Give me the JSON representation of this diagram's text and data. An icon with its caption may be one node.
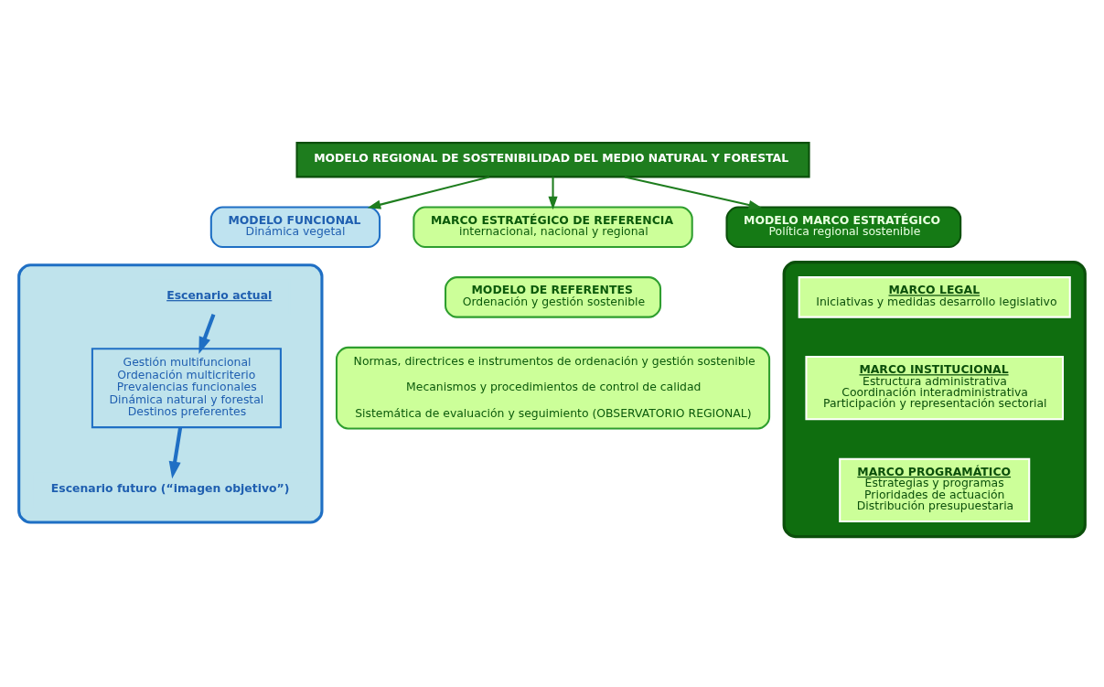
{
  "diagram": {
    "nodes": [
      {
        "text": [
          "MODELO REGIONAL DE SOSTENIBILIDAD DEL MEDIO NATURAL Y FORESTAL"
        ]
      },
      {
        "text": [
          "MODELO FUNCIONAL",
          "Dinámica vegetal"
        ]
      },
      {
        "text": [],
        "shape": "box"
      },
      {
        "text": [
          "Escenario actual"
        ],
        "in": 2
      },
      {
        "text": [
          "Gestión multifuncional",
          "Ordenación multicriterio",
          "Prevalencias funcionales",
          "Dinámica natural y forestal",
          "Destinos preferentes"
        ],
        "in": 2
      },
      {
        "text": [
          "Escenario futuro (“imagen objetivo”)"
        ],
        "in": 2
      },
      {
        "text": [
          "MARCO ESTRATÉGICO DE REFERENCIA",
          "internacional, nacional y regional"
        ]
      },
      {
        "text": [
          "MODELO DE REFERENTES",
          "Ordenación y gestión sostenible"
        ]
      },
      {
        "text": [
          "Normas, directrices e instrumentos de ordenación y gestión sostenible",
          "Mecanismos y procedimientos de control de calidad",
          "Sistemática de evaluación y seguimiento (OBSERVATORIO REGIONAL)"
        ]
      },
      {
        "text": [
          "MODELO MARCO ESTRATÉGICO",
          "Política regional sostenible"
        ]
      },
      {
        "text": [],
        "shape": "box"
      },
      {
        "text": [
          "MARCO LEGAL",
          "Iniciativas y medidas desarrollo legislativo"
        ],
        "in": 10
      },
      {
        "text": [
          "MARCO INSTITUCIONAL",
          "Estructura administrativa",
          "Coordinación interadministrativa",
          "Participación y representación sectorial"
        ],
        "in": 10
      },
      {
        "text": [
          "MARCO PROGRAMÁTICO",
          "Estrategias y programas",
          "Prioridades de actuación",
          "Distribución presupuestaria"
        ],
        "in": 10
      }
    ],
    "edges": [
      {
        "from": 0,
        "to": 1,
        "arrow": "to"
      },
      {
        "from": 0,
        "to": 6,
        "arrow": "to"
      },
      {
        "from": 0,
        "to": 9,
        "arrow": "to"
      },
      {
        "from": 3,
        "to": 4,
        "arrow": "to",
        "style": "thick",
        "color": "#1f6fc4"
      },
      {
        "from": 4,
        "to": 5,
        "arrow": "to",
        "style": "thick",
        "color": "#1f6fc4"
      }
    ]
  }
}
